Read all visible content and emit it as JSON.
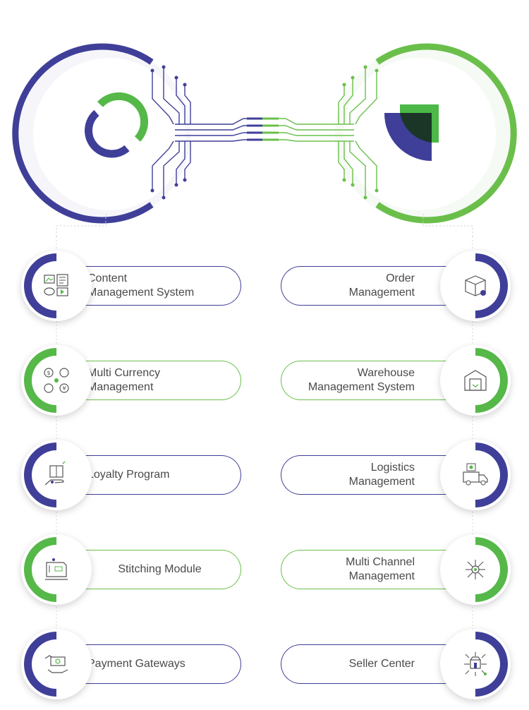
{
  "colors": {
    "purple": "#3f3f99",
    "green": "#55b848",
    "light_green": "#6abf4b",
    "text": "#4a4a4a"
  },
  "left_items": [
    {
      "label": "Content\nManagement System",
      "icon": "content-media-icon",
      "accent": "purple"
    },
    {
      "label": "Multi Currency\nManagement",
      "icon": "currency-exchange-icon",
      "accent": "green"
    },
    {
      "label": "Loyalty Program",
      "icon": "gift-hand-icon",
      "accent": "purple"
    },
    {
      "label": "Stitching Module",
      "icon": "sewing-machine-icon",
      "accent": "green"
    },
    {
      "label": "Payment Gateways",
      "icon": "payment-hand-icon",
      "accent": "purple"
    }
  ],
  "right_items": [
    {
      "label": "Order\nManagement",
      "icon": "package-box-icon",
      "accent": "purple"
    },
    {
      "label": "Warehouse\nManagement System",
      "icon": "warehouse-icon",
      "accent": "green"
    },
    {
      "label": "Logistics\nManagement",
      "icon": "delivery-truck-icon",
      "accent": "purple"
    },
    {
      "label": "Multi Channel\nManagement",
      "icon": "network-hub-icon",
      "accent": "green"
    },
    {
      "label": "Seller Center",
      "icon": "seller-store-icon",
      "accent": "purple"
    }
  ],
  "hubs": {
    "left_logo": "circle-ring-logo-icon",
    "right_logo": "quarter-shape-logo-icon"
  }
}
